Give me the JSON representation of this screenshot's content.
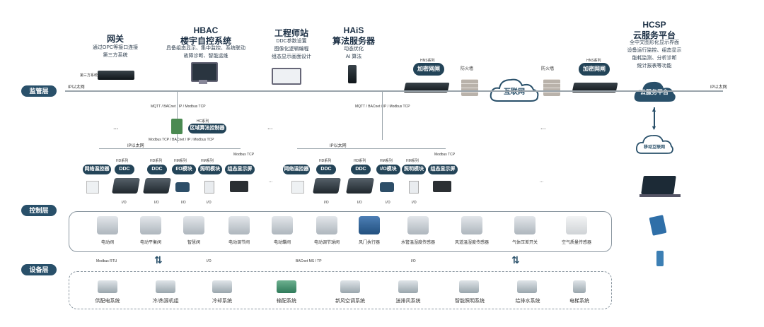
{
  "colors": {
    "accent": "#234458",
    "layer_badge": "#29506a",
    "backbone": "#9aa4ab",
    "text": "#1f3345"
  },
  "top": {
    "gateway": {
      "title": "网关",
      "lines": [
        "通过OPC等接口连接",
        "第三方系统"
      ],
      "device_label": "第三方系统"
    },
    "hbac": {
      "title_line1": "HBAC",
      "title_line2": "楼宇自控系统",
      "lines": [
        "具备组态显示、集中监控、系统联动",
        "故障诊断、智能运维"
      ]
    },
    "workstation": {
      "title": "工程师站",
      "lines": [
        "DDC参数设置",
        "图像化逻辑编程",
        "组态显示画面设计"
      ]
    },
    "hais": {
      "title_line1": "HAiS",
      "title_line2": "算法服务器",
      "lines": [
        "动态优化",
        "AI 算法"
      ]
    },
    "hcsp": {
      "title_line1": "HCSP",
      "title_line2": "云服务平台",
      "lines": [
        "全中文图形化显示界面",
        "设备运行监控、组态显示",
        "能耗监测、分析诊断",
        "统计报表等功能"
      ]
    }
  },
  "network": {
    "left_ip_label": "IP以太网",
    "right_ip_label": "IP以太网",
    "hns_label_left": "HNS系列",
    "hns_label_right": "HNS系列",
    "encrypt_gateway": "加密网闸",
    "firewall": "防火墙",
    "internet": "互联网",
    "cloud_platform": "云服务平台",
    "mobile_internet": "移动互联网"
  },
  "layers": {
    "management": "监管层",
    "control": "控制层",
    "device": "设备层"
  },
  "protocols": {
    "mqtt_left": "MQTT / BACnet / IP / Modbus TCP",
    "mqtt_right": "MQTT / BACnet / IP / Modbus TCP",
    "modbus_tcp": "Modbus TCP / BACnet / IP / Modbus TCP",
    "ip_left": "IP以太网",
    "ip_right": "IP以太网",
    "modbus_tcp_short": "Modbus TCP",
    "modbus_rtu": "Modbus RTU",
    "io": "I/O",
    "bacnet_ms_tp": "BACnet MS / TP",
    "ellipsis": "..."
  },
  "hc_controller": {
    "series": "HC系列",
    "label": "区域算法控制器"
  },
  "control_groups": [
    {
      "items": [
        {
          "series": "",
          "label": "网络温控器"
        },
        {
          "series": "HD系列",
          "label": "DDC"
        },
        {
          "series": "HD系列",
          "label": "DDC"
        },
        {
          "series": "HM系列",
          "label": "I/O模块"
        },
        {
          "series": "HM系列",
          "label": "照明模块"
        },
        {
          "series": "Modbus TCP",
          "label": "组态显示屏"
        }
      ]
    },
    {
      "items": [
        {
          "series": "",
          "label": "网络温控器"
        },
        {
          "series": "HD系列",
          "label": "DDC"
        },
        {
          "series": "HD系列",
          "label": "DDC"
        },
        {
          "series": "HM系列",
          "label": "I/O模块"
        },
        {
          "series": "HM系列",
          "label": "照明模块"
        },
        {
          "series": "Modbus TCP",
          "label": "组态显示屏"
        }
      ]
    }
  ],
  "field_devices": [
    "电动阀",
    "电动平衡阀",
    "智慧阀",
    "电动调节阀",
    "电动蝶阀",
    "电动调节球阀",
    "风门执行器",
    "水管温湿度传感器",
    "风道温湿度传感器",
    "气体压差开关",
    "空气质量传感器"
  ],
  "systems": [
    "供配电系统",
    "冷/热源机组",
    "冷却系统",
    "输配系统",
    "新风空调系统",
    "送排风系统",
    "智能照明系统",
    "给排水系统",
    "电梯系统"
  ]
}
